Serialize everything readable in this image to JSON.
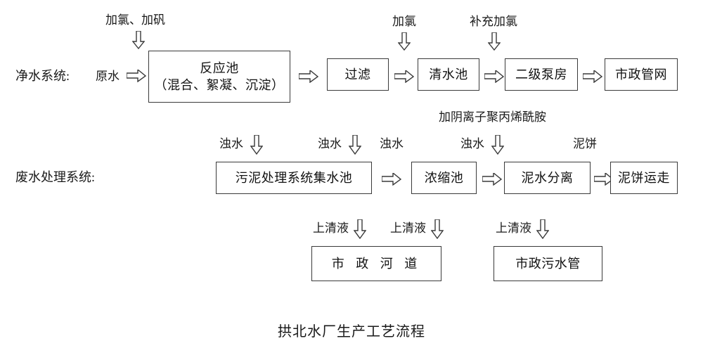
{
  "figure": {
    "title": "拱北水厂生产工艺流程"
  },
  "rows": {
    "clean_water": {
      "label": "净水系统:",
      "source_label": "原水",
      "dosing_labels": [
        {
          "text": "加氯、加矾"
        },
        {
          "text": "加氯"
        },
        {
          "text": "补充加氯"
        }
      ],
      "note": "加阴离子聚丙烯酰胺",
      "boxes": [
        {
          "line1": "反应池",
          "line2": "（混合、絮凝、沉淀）"
        },
        {
          "line1": "过滤"
        },
        {
          "line1": "清水池"
        },
        {
          "line1": "二级泵房"
        },
        {
          "line1": "市政管网"
        }
      ]
    },
    "waste_water": {
      "label": "废水处理系统:",
      "inflow_labels": [
        {
          "text": "浊水"
        },
        {
          "text": "浊水"
        },
        {
          "text": "浊水"
        },
        {
          "text": "浊水"
        },
        {
          "text": "泥饼"
        }
      ],
      "boxes": [
        {
          "line1": "污泥处理系统集水池"
        },
        {
          "line1": "浓缩池"
        },
        {
          "line1": "泥水分离"
        },
        {
          "line1": "泥饼运走"
        }
      ]
    },
    "discharge": {
      "supernatant_labels": [
        {
          "text": "上清液"
        },
        {
          "text": "上清液"
        },
        {
          "text": "上清液"
        }
      ],
      "boxes": [
        {
          "line1": "市 政 河 道"
        },
        {
          "line1": "市政污水管"
        }
      ]
    }
  },
  "icons": {
    "down_arrow": "down-arrow-icon",
    "right_arrow": "right-arrow-icon"
  },
  "colors": {
    "stroke": "#3a3a3a",
    "text": "#1a1a1a",
    "background": "#ffffff"
  }
}
